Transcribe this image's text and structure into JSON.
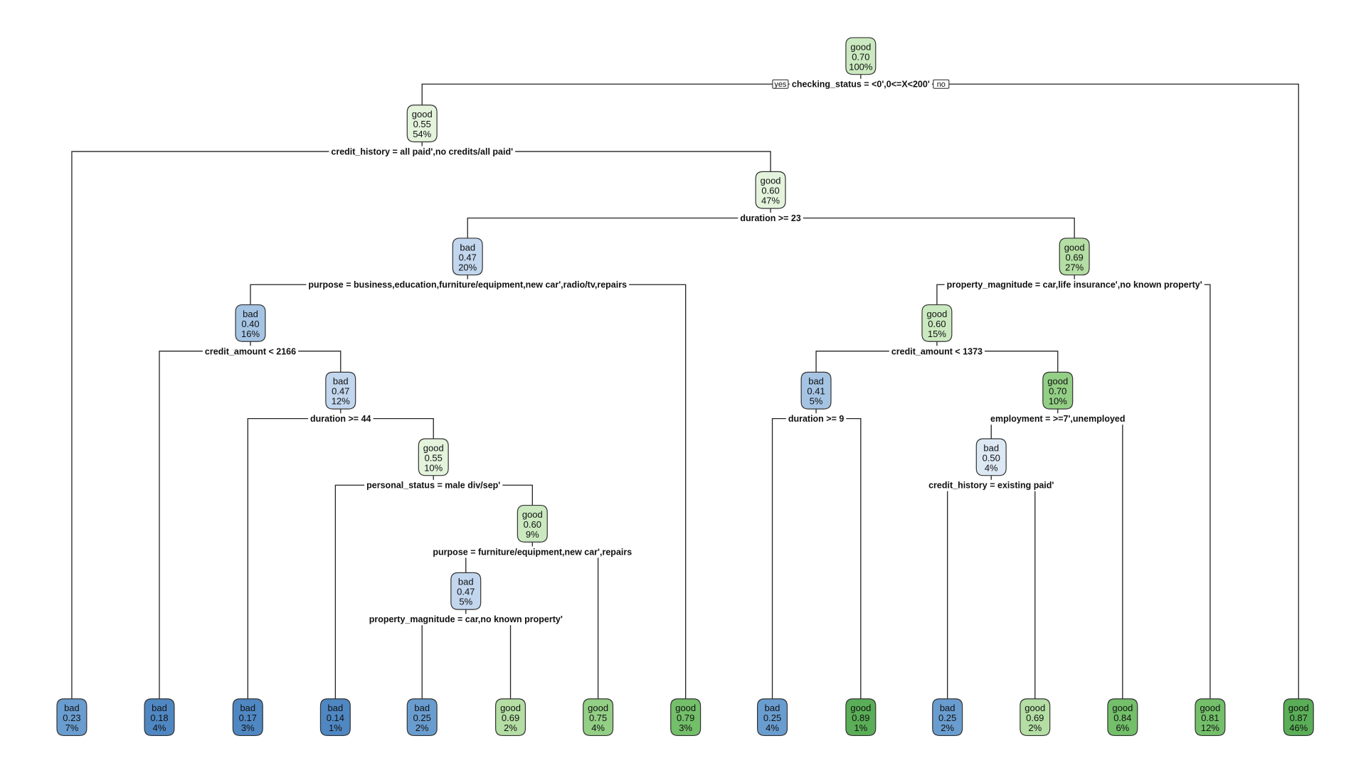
{
  "diagram": {
    "branch_labels": {
      "yes": "yes",
      "no": "no"
    },
    "colors": {
      "good": [
        "#e3f3dc",
        "#cbe9c0",
        "#b4dea4",
        "#93cf85",
        "#73bf6a",
        "#5aae57"
      ],
      "bad": [
        "#dde8f5",
        "#c2d6ee",
        "#a5c4e4",
        "#87b1da",
        "#6a9dcf",
        "#4f87c2"
      ]
    },
    "nodes": [
      {
        "id": "n1",
        "class": "good",
        "prob": "0.70",
        "pct": "100%",
        "shade": 1,
        "split": "checking_status = <0',0<=X<200'"
      },
      {
        "id": "n2",
        "class": "good",
        "prob": "0.55",
        "pct": "54%",
        "shade": 0,
        "split": "credit_history = all paid',no credits/all paid'"
      },
      {
        "id": "n5",
        "class": "good",
        "prob": "0.60",
        "pct": "47%",
        "shade": 0,
        "split": "duration >= 23"
      },
      {
        "id": "n10",
        "class": "bad",
        "prob": "0.47",
        "pct": "20%",
        "shade": 1,
        "split": "purpose = business,education,furniture/equipment,new car',radio/tv,repairs"
      },
      {
        "id": "n20",
        "class": "bad",
        "prob": "0.40",
        "pct": "16%",
        "shade": 2,
        "split": "credit_amount < 2166"
      },
      {
        "id": "n41",
        "class": "bad",
        "prob": "0.47",
        "pct": "12%",
        "shade": 1,
        "split": "duration >= 44"
      },
      {
        "id": "n83",
        "class": "good",
        "prob": "0.55",
        "pct": "10%",
        "shade": 0,
        "split": "personal_status = male div/sep'"
      },
      {
        "id": "n167",
        "class": "good",
        "prob": "0.60",
        "pct": "9%",
        "shade": 1,
        "split": "purpose = furniture/equipment,new car',repairs"
      },
      {
        "id": "n334",
        "class": "bad",
        "prob": "0.47",
        "pct": "5%",
        "shade": 1,
        "split": "property_magnitude = car,no known property'"
      },
      {
        "id": "n11",
        "class": "good",
        "prob": "0.69",
        "pct": "27%",
        "shade": 2,
        "split": "property_magnitude = car,life insurance',no known property'"
      },
      {
        "id": "n22",
        "class": "good",
        "prob": "0.60",
        "pct": "15%",
        "shade": 1,
        "split": "credit_amount < 1373"
      },
      {
        "id": "n44",
        "class": "bad",
        "prob": "0.41",
        "pct": "5%",
        "shade": 2,
        "split": "duration >= 9"
      },
      {
        "id": "n45",
        "class": "good",
        "prob": "0.70",
        "pct": "10%",
        "shade": 3,
        "split": "employment = >=7',unemployed"
      },
      {
        "id": "n90",
        "class": "bad",
        "prob": "0.50",
        "pct": "4%",
        "shade": 0,
        "split": "credit_history = existing paid'"
      },
      {
        "id": "l4",
        "class": "bad",
        "prob": "0.23",
        "pct": "7%",
        "shade": 4
      },
      {
        "id": "l40",
        "class": "bad",
        "prob": "0.18",
        "pct": "4%",
        "shade": 5
      },
      {
        "id": "l82",
        "class": "bad",
        "prob": "0.17",
        "pct": "3%",
        "shade": 5
      },
      {
        "id": "l166",
        "class": "bad",
        "prob": "0.14",
        "pct": "1%",
        "shade": 5
      },
      {
        "id": "l668",
        "class": "bad",
        "prob": "0.25",
        "pct": "2%",
        "shade": 4
      },
      {
        "id": "l669",
        "class": "good",
        "prob": "0.69",
        "pct": "2%",
        "shade": 2
      },
      {
        "id": "l335",
        "class": "good",
        "prob": "0.75",
        "pct": "4%",
        "shade": 3
      },
      {
        "id": "l21",
        "class": "good",
        "prob": "0.79",
        "pct": "3%",
        "shade": 4
      },
      {
        "id": "l88",
        "class": "bad",
        "prob": "0.25",
        "pct": "4%",
        "shade": 4
      },
      {
        "id": "l89",
        "class": "good",
        "prob": "0.89",
        "pct": "1%",
        "shade": 5
      },
      {
        "id": "l180",
        "class": "bad",
        "prob": "0.25",
        "pct": "2%",
        "shade": 4
      },
      {
        "id": "l181",
        "class": "good",
        "prob": "0.69",
        "pct": "2%",
        "shade": 2
      },
      {
        "id": "l91",
        "class": "good",
        "prob": "0.84",
        "pct": "6%",
        "shade": 4
      },
      {
        "id": "l23",
        "class": "good",
        "prob": "0.81",
        "pct": "12%",
        "shade": 4
      },
      {
        "id": "l3",
        "class": "good",
        "prob": "0.87",
        "pct": "46%",
        "shade": 5
      }
    ],
    "edges": [
      {
        "parent": "n1",
        "left": "n2",
        "right": "l3"
      },
      {
        "parent": "n2",
        "left": "l4",
        "right": "n5"
      },
      {
        "parent": "n5",
        "left": "n10",
        "right": "n11"
      },
      {
        "parent": "n10",
        "left": "n20",
        "right": "l21"
      },
      {
        "parent": "n20",
        "left": "l40",
        "right": "n41"
      },
      {
        "parent": "n41",
        "left": "l82",
        "right": "n83"
      },
      {
        "parent": "n83",
        "left": "l166",
        "right": "n167"
      },
      {
        "parent": "n167",
        "left": "n334",
        "right": "l335"
      },
      {
        "parent": "n334",
        "left": "l668",
        "right": "l669"
      },
      {
        "parent": "n11",
        "left": "n22",
        "right": "l23"
      },
      {
        "parent": "n22",
        "left": "n44",
        "right": "n45"
      },
      {
        "parent": "n44",
        "left": "l88",
        "right": "l89"
      },
      {
        "parent": "n45",
        "left": "n90",
        "right": "l91"
      },
      {
        "parent": "n90",
        "left": "l180",
        "right": "l181"
      }
    ]
  }
}
